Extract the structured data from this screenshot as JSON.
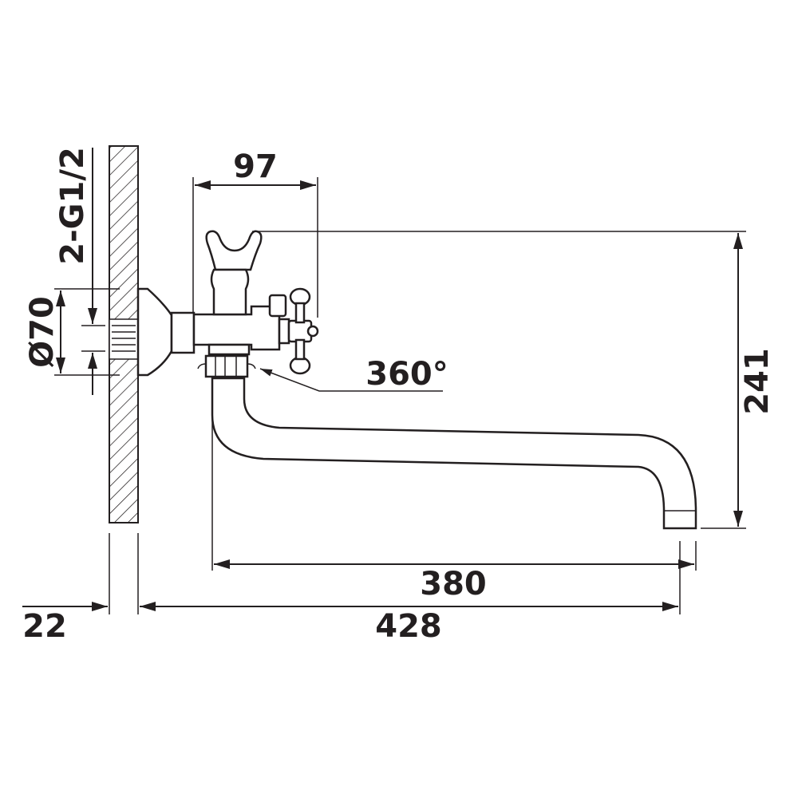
{
  "drawing": {
    "labels": {
      "thread": "2-G1/2",
      "flange_diameter": "Ø70",
      "handle_offset": "97",
      "rotation": "360°",
      "height": "241",
      "spout_reach": "380",
      "total_reach": "428",
      "wall_gap": "22"
    },
    "colors": {
      "ink": "#231f20",
      "background": "#ffffff"
    }
  }
}
